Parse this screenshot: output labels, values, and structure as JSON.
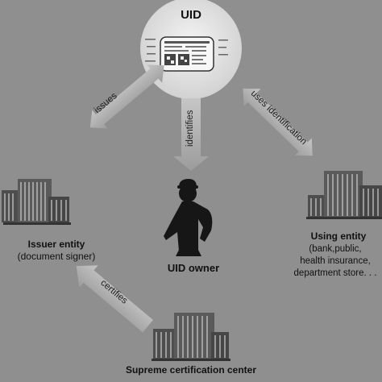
{
  "uid": {
    "title": "UID"
  },
  "issuer": {
    "name": "Issuer entity",
    "subtitle": "(document signer)"
  },
  "owner": {
    "label": "UID owner"
  },
  "using": {
    "name": "Using entity",
    "lines": [
      "(bank,public,",
      "health insurance,",
      "department store. . ."
    ]
  },
  "supreme": {
    "name": "Supreme certification center"
  },
  "arrows": {
    "issues": "issues",
    "identifies": "identifies",
    "uses_identification": "uses identification",
    "certifies": "certifies"
  },
  "icons": {
    "card": "id-card-icon",
    "person": "person-silhouette-icon",
    "building": "office-building-icon"
  },
  "colors": {
    "background": "#8f8f8f",
    "circle": "#e6e6e6",
    "arrow": "#b3b3b3",
    "silhouette": "#161616"
  }
}
